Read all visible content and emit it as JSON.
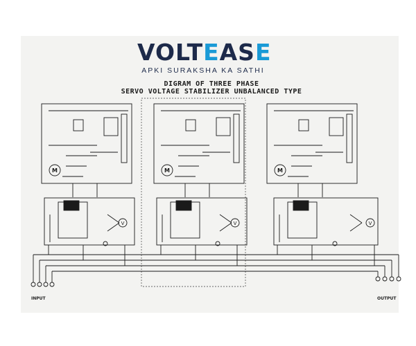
{
  "logo": {
    "word_dark_1": "VOLT",
    "word_accent": "E",
    "word_dark_2": "AS",
    "word_accent_2": "E",
    "tagline": "APKI SURAKSHA KA SATHI",
    "dark_color": "#1d2a4a",
    "accent_color": "#1a9ad6"
  },
  "diagram": {
    "title_line1": "DIGRAM OF THREE PHASE",
    "title_line2": "SERVO VOLTAGE STABILIZER UNBALANCED TYPE",
    "motor_symbol": "M",
    "voltmeter_symbol": "V",
    "input_label": "INPUT",
    "output_label": "OUTPUT"
  }
}
